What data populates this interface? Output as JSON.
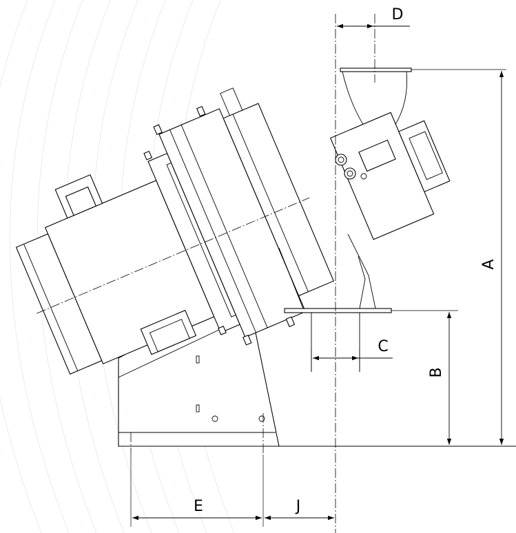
{
  "dimensions": {
    "A": "A",
    "B": "B",
    "C": "C",
    "D": "D",
    "E": "E",
    "J": "J"
  },
  "colors": {
    "line": "#000000",
    "background": "#ffffff",
    "watermark_arcs": "#e4ecf2"
  }
}
